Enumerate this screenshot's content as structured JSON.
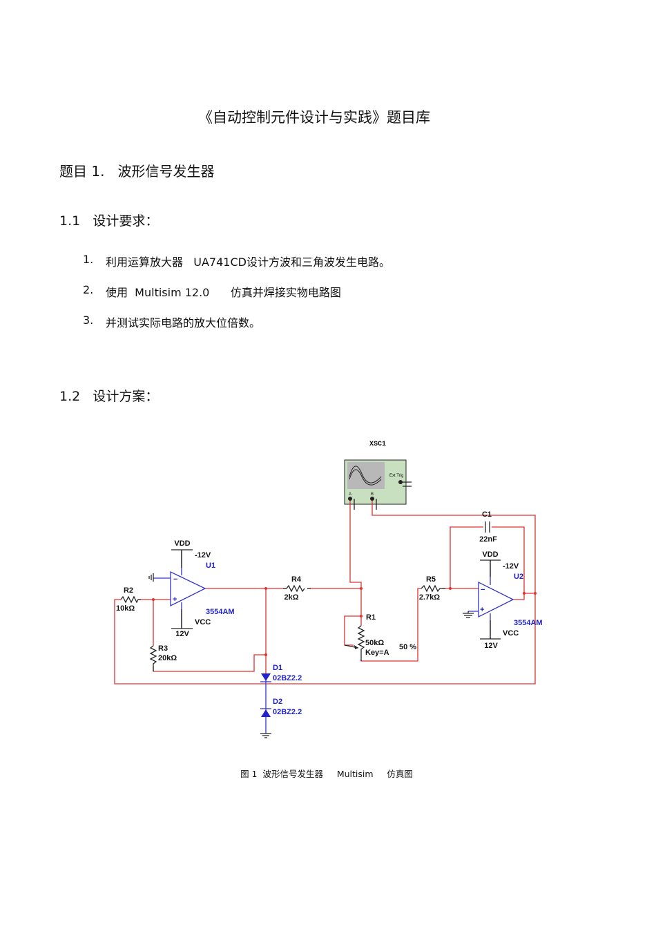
{
  "title": "《自动控制元件设计与实践》题目库",
  "topic": "题目 1.   波形信号发生器",
  "sec1": "1.1   设计要求：",
  "requirements": [
    {
      "num": "1.",
      "text": "利用运算放大器   UA741CD设计方波和三角波发生电路。"
    },
    {
      "num": "2.",
      "text": "使用  Multisim 12.0      仿真并焊接实物电路图"
    },
    {
      "num": "3.",
      "text": "并测试实际电路的放大位倍数。"
    }
  ],
  "sec2": "1.2   设计方案：",
  "circuit": {
    "scope": "XSC1",
    "ext_trig": "Ext Trig",
    "ch_a": "A",
    "ch_b": "B",
    "c1": "C1",
    "c1_val": "22nF",
    "u1": {
      "vdd": "VDD",
      "vneg": "-12V",
      "name": "U1",
      "model": "3554AM",
      "vcc": "VCC",
      "vpos": "12V"
    },
    "u2": {
      "vdd": "VDD",
      "vneg": "-12V",
      "name": "U2",
      "model": "3554AM",
      "vcc": "VCC",
      "vpos": "12V"
    },
    "r1": "R1",
    "r1_val": "50kΩ",
    "r1_key": "Key=A",
    "r1_pct": "50 %",
    "r2": "R2",
    "r2_val": "10kΩ",
    "r3": "R3",
    "r3_val": "20kΩ",
    "r4": "R4",
    "r4_val": "2kΩ",
    "r5": "R5",
    "r5_val": "2.7kΩ",
    "d1": "D1",
    "d1_val": "02BZ2.2",
    "d2": "D2",
    "d2_val": "02BZ2.2",
    "wire_color": "#e03030",
    "label_color": "#2222cc"
  },
  "caption": "图 1  波形信号发生器     Multisim     仿真图"
}
